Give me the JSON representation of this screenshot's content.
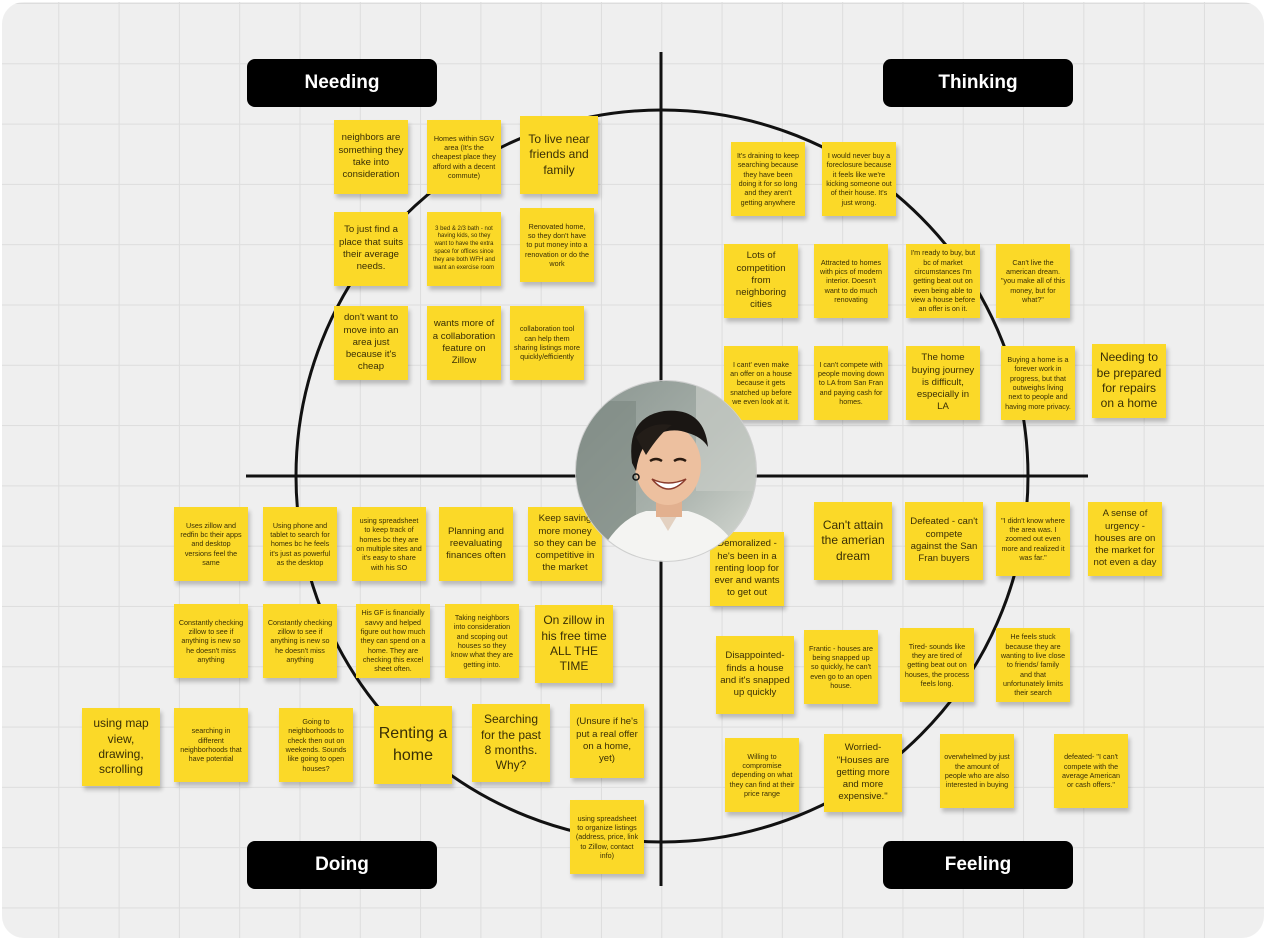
{
  "quadrants": {
    "needing": "Needing",
    "thinking": "Thinking",
    "doing": "Doing",
    "feeling": "Feeling"
  },
  "notes": {
    "needing": [
      "neighbors are something they take into consideration",
      "Homes within SGV area (It's the cheapest place they afford with a decent commute)",
      "To live near friends and family",
      "To just find a place that suits their average needs.",
      "3 bed & 2/3 bath - not having kids, so they want to have the extra space for offices since they are both WFH and want an exercise room",
      "Renovated home, so they don't have to put money into a renovation or do the work",
      "don't want to move into an area just because it's cheap",
      "wants more of a collaboration feature on Zillow",
      "collaboration tool can help them sharing listings more quickly/efficiently"
    ],
    "thinking": [
      "It's draining to keep searching because they have been doing it for so long and they aren't getting anywhere",
      "I would never buy a foreclosure because it feels like we're kicking someone out of their house. It's just wrong.",
      "Lots of competition from neighboring cities",
      "Attracted to homes with pics of modern interior. Doesn't want to do much renovating",
      "I'm ready to buy, but bc of market circumstances I'm getting beat out on even being able to view a house before an offer is on it.",
      "Can't live the american dream. \"you make all of this money, but for what?\"",
      "I cant' even make an offer on a house because it gets snatched up before we even look at it.",
      "I can't compete with people moving down to LA from San Fran and paying cash for homes.",
      "The home buying journey is difficult, especially in LA",
      "Buying a home is a forever work in progress, but that outweighs living next to people and having more privacy.",
      "Needing to be prepared for repairs on a home"
    ],
    "doing": [
      "Uses zillow and redfin bc their apps and desktop versions feel the same",
      "Using phone and tablet to search for homes bc he feels it's just as powerful as the desktop",
      "using spreadsheet to keep track of homes bc they are on multiple sites and it's easy to share with his SO",
      "Planning and reevaluating finances often",
      "Keep saving more money so they can be competitive in the market",
      "Constantly checking zillow to see if anything is new so he doesn't miss anything",
      "Constantly checking zillow to see if anything is new so he doesn't miss anything",
      "His GF is financially savvy and helped figure out how much they can spend on a home. They are checking this excel sheet often.",
      "Taking neighbors into consideration and scoping out houses so they know what they are getting into.",
      "On zillow in his free time ALL THE TIME",
      "using map view, drawing, scrolling",
      "searching in different neighborhoods that have potential",
      "Going to neighborhoods to check then out on weekends. Sounds like going to open houses?",
      "Renting a home",
      "Searching for the past 8 months. Why?",
      "(Unsure if he's put a real offer on a home, yet)",
      "using spreadsheet to organize listings (address, price, link to Zillow, contact info)"
    ],
    "feeling": [
      "Can't attain the amerian dream",
      "Defeated - can't compete against the San Fran buyers",
      "\"I didn't know where the area was. I zoomed out even more and realized it was far.\"",
      "A sense of urgency - houses are on the market for not even a day",
      "Demoralized - he's been in a renting loop for ever and wants to get out",
      "Disappointed- finds a house and it's snapped up quickly",
      "Frantic - houses are being snapped up so quickly, he can't even go to an open house.",
      "Tired- sounds like they are tired of getting beat out on houses, the process feels long.",
      "He feels stuck because they are wanting to live close to friends/ family and that unfortunately limits their search",
      "Willing to compromise depending on what they can find at their price range",
      "Worried- \"Houses are getting more and more expensive.\"",
      "overwhelmed by just the amount of people who are also interested in buying",
      "defeated- \"I can't compete with the average American or cash offers.\""
    ]
  },
  "colors": {
    "board": "#efefef",
    "grid": "#dddddd",
    "sticky": "#fbd928",
    "sticky_text": "#3a2f05",
    "label_bg": "#000000",
    "label_text": "#ffffff",
    "axis": "#111111"
  }
}
